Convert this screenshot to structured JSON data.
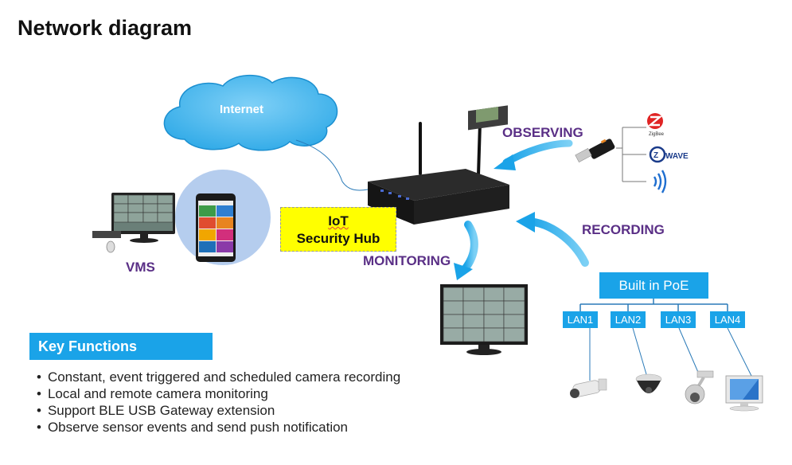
{
  "title": "Network diagram",
  "cloud": {
    "label": "Internet"
  },
  "hub": {
    "line1": "IoT",
    "line2": "Security Hub"
  },
  "labels": {
    "observing": "OBSERVING",
    "recording": "RECORDING",
    "monitoring": "MONITORING",
    "vms": "VMS"
  },
  "sensors": {
    "zigbee_text": "ZigBee",
    "zwave_text": "WAVE"
  },
  "poe": {
    "label": "Built in PoE",
    "ports": [
      "LAN1",
      "LAN2",
      "LAN3",
      "LAN4"
    ]
  },
  "key_functions": {
    "heading": "Key Functions",
    "items": [
      "Constant, event triggered and scheduled camera recording",
      "Local and remote camera monitoring",
      "Support BLE USB Gateway extension",
      "Observe sensor events and send push notification"
    ]
  },
  "colors": {
    "accent": "#1aa3e8",
    "label_purple": "#5a2f86",
    "callout": "#ffff00"
  }
}
